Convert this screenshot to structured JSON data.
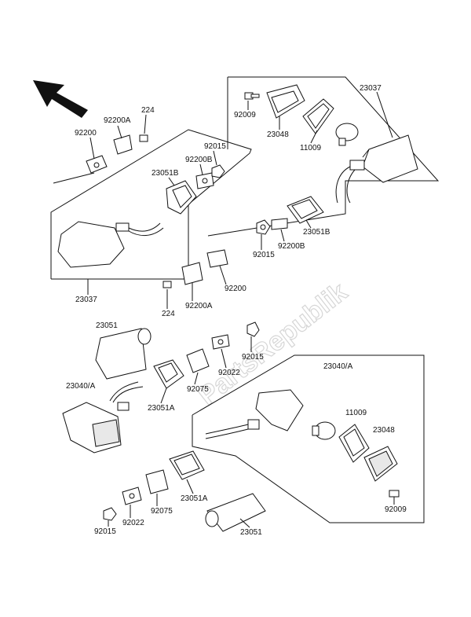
{
  "labels": {
    "l1": "23037",
    "l2": "92009",
    "l3": "23048",
    "l4": "11009",
    "l5": "224",
    "l6": "92200A",
    "l7": "92200",
    "l8": "92015",
    "l9": "92200B",
    "l10": "23051B",
    "l11": "23051B",
    "l12": "92015",
    "l13": "92200B",
    "l14": "92200",
    "l15": "92200A",
    "l16": "224",
    "l17": "23037",
    "l18": "23051",
    "l19": "92015",
    "l20": "92022",
    "l21": "92075",
    "l22": "23040/A",
    "l23": "23051A",
    "l24": "23040/A",
    "l25": "11009",
    "l26": "23048",
    "l27": "23051A",
    "l28": "92075",
    "l29": "92022",
    "l30": "92015",
    "l31": "92009",
    "l32": "23051"
  },
  "watermark": "PartsRepublik"
}
